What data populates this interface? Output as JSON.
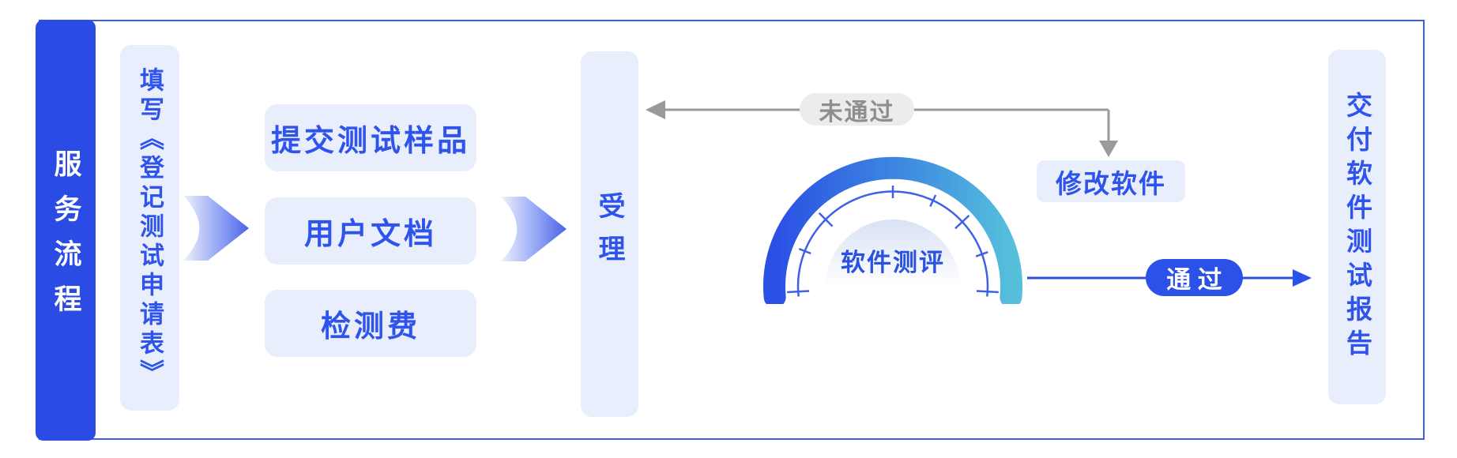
{
  "title": "服务流程",
  "steps": {
    "apply": "填写《登记测试申请表》",
    "materials": [
      "提交测试样品",
      "用户文档",
      "检测费"
    ],
    "accept": "受理",
    "evaluate": "软件测评",
    "modify": "修改软件",
    "deliver": "交付软件测试报告"
  },
  "labels": {
    "fail": "未通过",
    "pass": "通 过"
  },
  "colors": {
    "brand_blue": "#2B4CE4",
    "text_blue": "#2F54EB",
    "light_box_bg": "#E9EEFC",
    "frame_border": "#3D5CE8",
    "gauge_gradient_start": "#2A4FE4",
    "gauge_gradient_end": "#55BFDC",
    "fail_gray": "#9A9A9A",
    "fail_pill_bg": "#ECECEC",
    "pass_pill_bg": "#2B51E8"
  }
}
